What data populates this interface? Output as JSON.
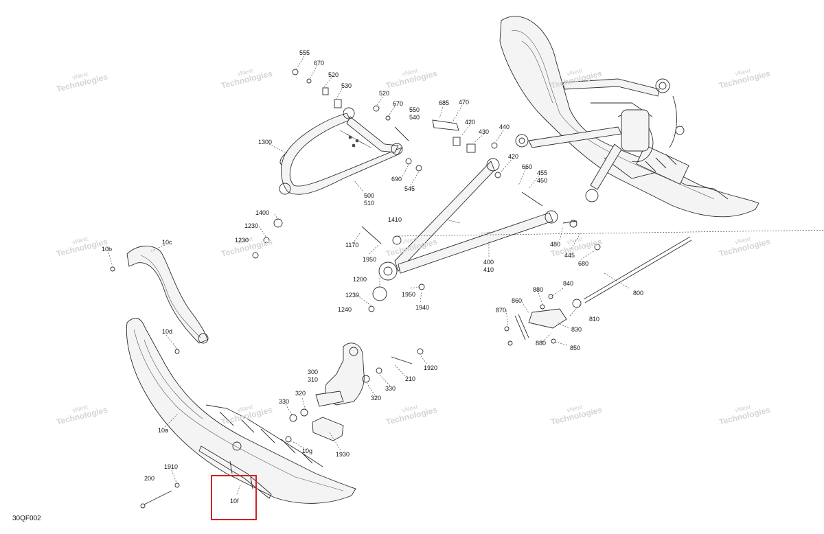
{
  "diagram": {
    "drawing_code": "30QF002",
    "watermark": {
      "line1": "vNext",
      "line2": "Technologies"
    },
    "highlight": {
      "part": "10f",
      "color": "#d42020"
    },
    "labels": [
      {
        "id": "555",
        "text": "555"
      },
      {
        "id": "670a",
        "text": "670"
      },
      {
        "id": "520a",
        "text": "520"
      },
      {
        "id": "530",
        "text": "530"
      },
      {
        "id": "520b",
        "text": "520"
      },
      {
        "id": "670b",
        "text": "670"
      },
      {
        "id": "550",
        "text": "550"
      },
      {
        "id": "540",
        "text": "540"
      },
      {
        "id": "685",
        "text": "685"
      },
      {
        "id": "470",
        "text": "470"
      },
      {
        "id": "420a",
        "text": "420"
      },
      {
        "id": "430",
        "text": "430"
      },
      {
        "id": "440",
        "text": "440"
      },
      {
        "id": "420b",
        "text": "420"
      },
      {
        "id": "660",
        "text": "660"
      },
      {
        "id": "455",
        "text": "455"
      },
      {
        "id": "450",
        "text": "450"
      },
      {
        "id": "1300",
        "text": "1300"
      },
      {
        "id": "690",
        "text": "690"
      },
      {
        "id": "545",
        "text": "545"
      },
      {
        "id": "500",
        "text": "500"
      },
      {
        "id": "510",
        "text": "510"
      },
      {
        "id": "1400",
        "text": "1400"
      },
      {
        "id": "1230a",
        "text": "1230"
      },
      {
        "id": "1230b",
        "text": "1230"
      },
      {
        "id": "1410",
        "text": "1410"
      },
      {
        "id": "1170",
        "text": "1170"
      },
      {
        "id": "1950a",
        "text": "1950"
      },
      {
        "id": "480",
        "text": "480"
      },
      {
        "id": "445",
        "text": "445"
      },
      {
        "id": "680",
        "text": "680"
      },
      {
        "id": "400",
        "text": "400"
      },
      {
        "id": "410",
        "text": "410"
      },
      {
        "id": "10b",
        "text": "10b"
      },
      {
        "id": "10c",
        "text": "10c"
      },
      {
        "id": "1200",
        "text": "1200"
      },
      {
        "id": "1230c",
        "text": "1230"
      },
      {
        "id": "1950b",
        "text": "1950"
      },
      {
        "id": "1240",
        "text": "1240"
      },
      {
        "id": "1940",
        "text": "1940"
      },
      {
        "id": "800",
        "text": "800"
      },
      {
        "id": "880a",
        "text": "880"
      },
      {
        "id": "840",
        "text": "840"
      },
      {
        "id": "860",
        "text": "860"
      },
      {
        "id": "870",
        "text": "870"
      },
      {
        "id": "810",
        "text": "810"
      },
      {
        "id": "830",
        "text": "830"
      },
      {
        "id": "880b",
        "text": "880"
      },
      {
        "id": "850",
        "text": "850"
      },
      {
        "id": "10d",
        "text": "10d"
      },
      {
        "id": "1920",
        "text": "1920"
      },
      {
        "id": "300",
        "text": "300"
      },
      {
        "id": "310",
        "text": "310"
      },
      {
        "id": "210",
        "text": "210"
      },
      {
        "id": "330a",
        "text": "330"
      },
      {
        "id": "320a",
        "text": "320"
      },
      {
        "id": "320b",
        "text": "320"
      },
      {
        "id": "330b",
        "text": "330"
      },
      {
        "id": "10a",
        "text": "10a"
      },
      {
        "id": "10g",
        "text": "10g"
      },
      {
        "id": "1930",
        "text": "1930"
      },
      {
        "id": "1910",
        "text": "1910"
      },
      {
        "id": "200",
        "text": "200"
      },
      {
        "id": "10f",
        "text": "10f"
      }
    ]
  }
}
